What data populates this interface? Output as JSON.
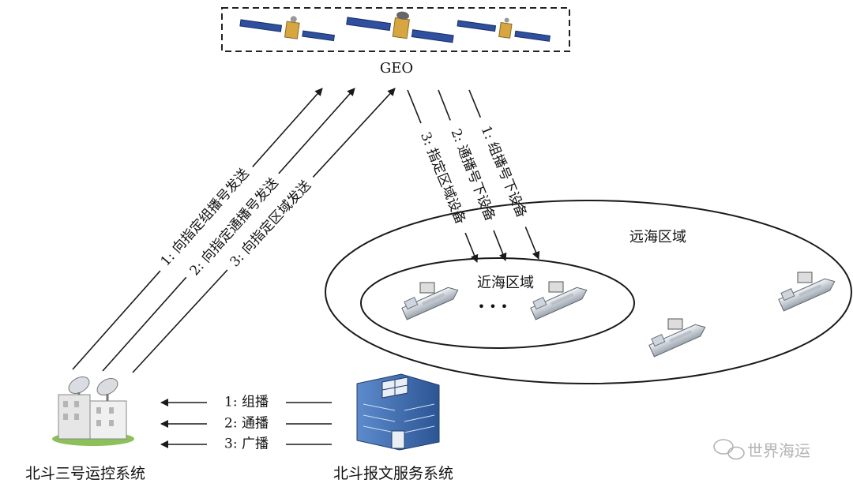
{
  "diagram": {
    "geo_label": "GEO",
    "uplinks": [
      {
        "label": "1: 向指定组播号发送"
      },
      {
        "label": "2: 向指定通播号发送"
      },
      {
        "label": "3: 向指定区域发送"
      }
    ],
    "downlinks": [
      {
        "label": "1: 组播号下设备"
      },
      {
        "label": "2: 通播号下设备"
      },
      {
        "label": "3: 指定区域设备"
      }
    ],
    "outer_region_label": "远海区域",
    "inner_region_label": "近海区域",
    "ellipsis": "• • •",
    "service_links": [
      {
        "label": "1: 组播"
      },
      {
        "label": "2: 通播"
      },
      {
        "label": "3: 广播"
      }
    ],
    "control_system_label": "北斗三号运控系统",
    "service_system_label": "北斗报文服务系统",
    "watermark": "世界海运"
  },
  "colors": {
    "line": "#1a1a1a",
    "satellite_panel": "#2f4f9f",
    "satellite_body": "#d8a640",
    "building_blue": "#3f6fb3",
    "station_green": "#8cc05a",
    "ship_hull": "#dfe3e8"
  }
}
